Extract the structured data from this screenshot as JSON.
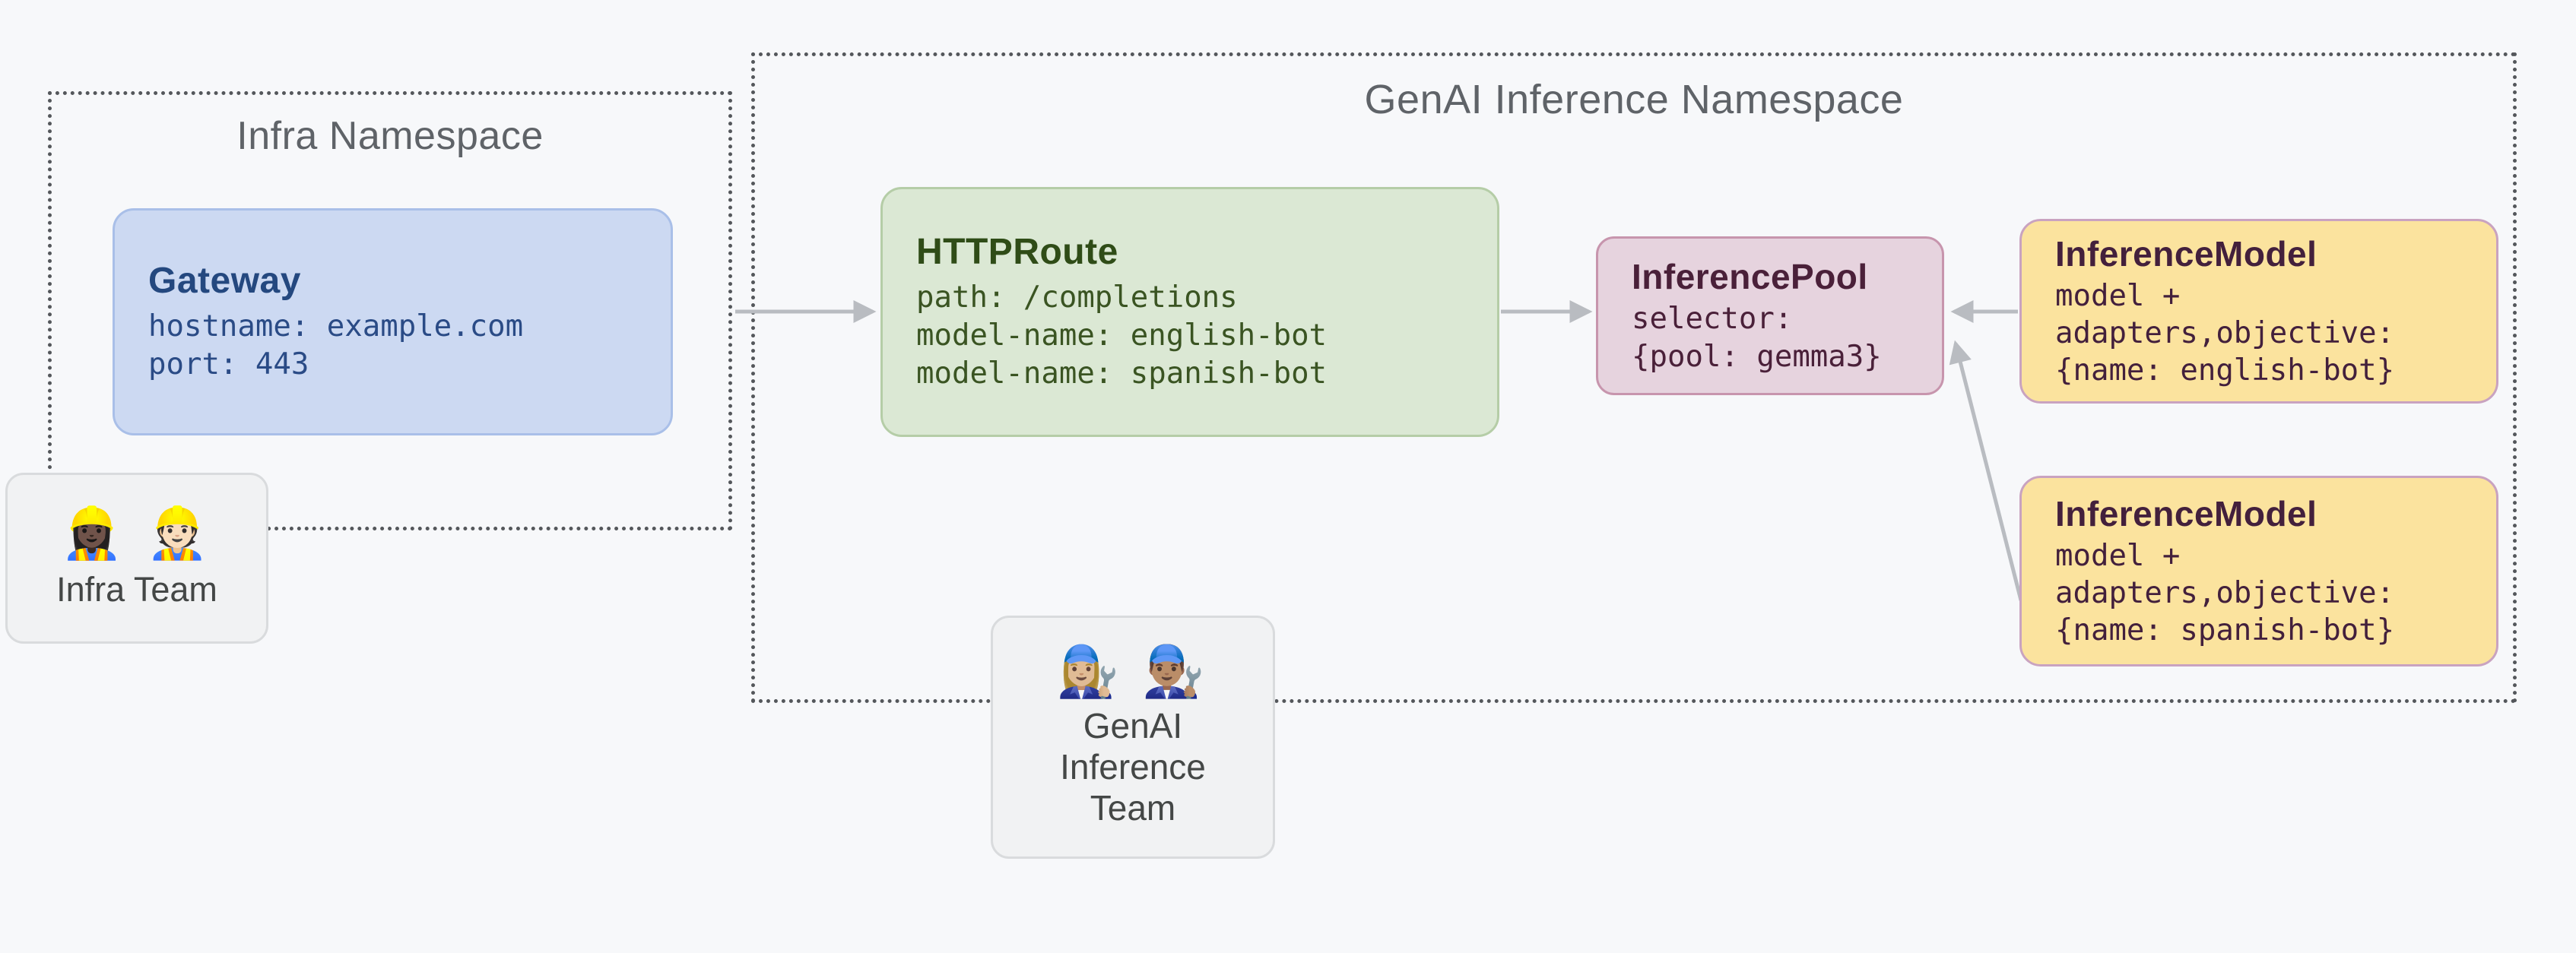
{
  "namespaces": {
    "infra": {
      "title": "Infra Namespace"
    },
    "genai": {
      "title": "GenAI Inference Namespace"
    }
  },
  "nodes": {
    "gateway": {
      "title": "Gateway",
      "lines": [
        "hostname: example.com",
        "port: 443"
      ]
    },
    "httproute": {
      "title": "HTTPRoute",
      "lines": [
        "path: /completions",
        "model-name: english-bot",
        "model-name: spanish-bot"
      ]
    },
    "inference_pool": {
      "title": "InferencePool",
      "lines": [
        "selector:",
        "{pool: gemma3}"
      ]
    },
    "inference_model_english": {
      "title": "InferenceModel",
      "lines": [
        "model +",
        "adapters,objective:",
        "{name: english-bot}"
      ]
    },
    "inference_model_spanish": {
      "title": "InferenceModel",
      "lines": [
        "model +",
        "adapters,objective:",
        "{name: spanish-bot}"
      ]
    }
  },
  "teams": {
    "infra": {
      "emojis": "👷🏿‍♀️ 👷🏻",
      "label": "Infra Team"
    },
    "genai": {
      "emojis": "👩🏼‍🔧 👨🏽‍🔧",
      "label": "GenAI Inference Team"
    }
  },
  "icons": {
    "infra_team": "construction-worker-emojis",
    "genai_team": "mechanic-emojis"
  },
  "colors": {
    "background": "#f7f8fa",
    "namespace_border": "#54575b",
    "namespace_title": "#5f6368",
    "arrow": "#b9bcc1",
    "gateway_fill": "#ccd9f2",
    "gateway_border": "#a9bfe8",
    "gateway_text": "#2a4b86",
    "httproute_fill": "#dbe8d4",
    "httproute_border": "#b5cda7",
    "httproute_text": "#3a5422",
    "pool_fill": "#e6d3de",
    "pool_border": "#c795ad",
    "pool_text": "#4a2039",
    "model_fill": "#fbe39e",
    "model_border": "#c9a3c0",
    "model_text": "#43203c",
    "team_fill": "#f1f2f3",
    "team_border": "#d9dbdd",
    "team_text": "#444746"
  }
}
